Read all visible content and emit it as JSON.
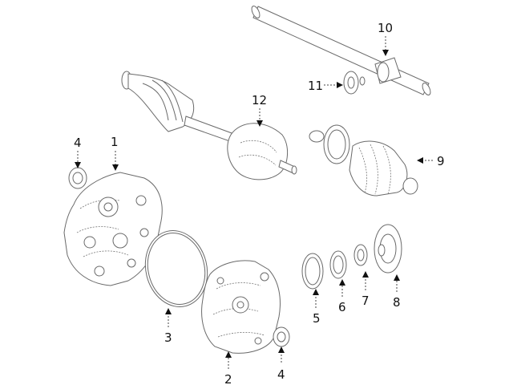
{
  "callouts": [
    {
      "id": "1",
      "label": "1"
    },
    {
      "id": "2",
      "label": "2"
    },
    {
      "id": "3",
      "label": "3"
    },
    {
      "id": "4a",
      "label": "4"
    },
    {
      "id": "4b",
      "label": "4"
    },
    {
      "id": "5",
      "label": "5"
    },
    {
      "id": "6",
      "label": "6"
    },
    {
      "id": "7",
      "label": "7"
    },
    {
      "id": "8",
      "label": "8"
    },
    {
      "id": "9",
      "label": "9"
    },
    {
      "id": "10",
      "label": "10"
    },
    {
      "id": "11",
      "label": "11"
    },
    {
      "id": "12",
      "label": "12"
    }
  ]
}
